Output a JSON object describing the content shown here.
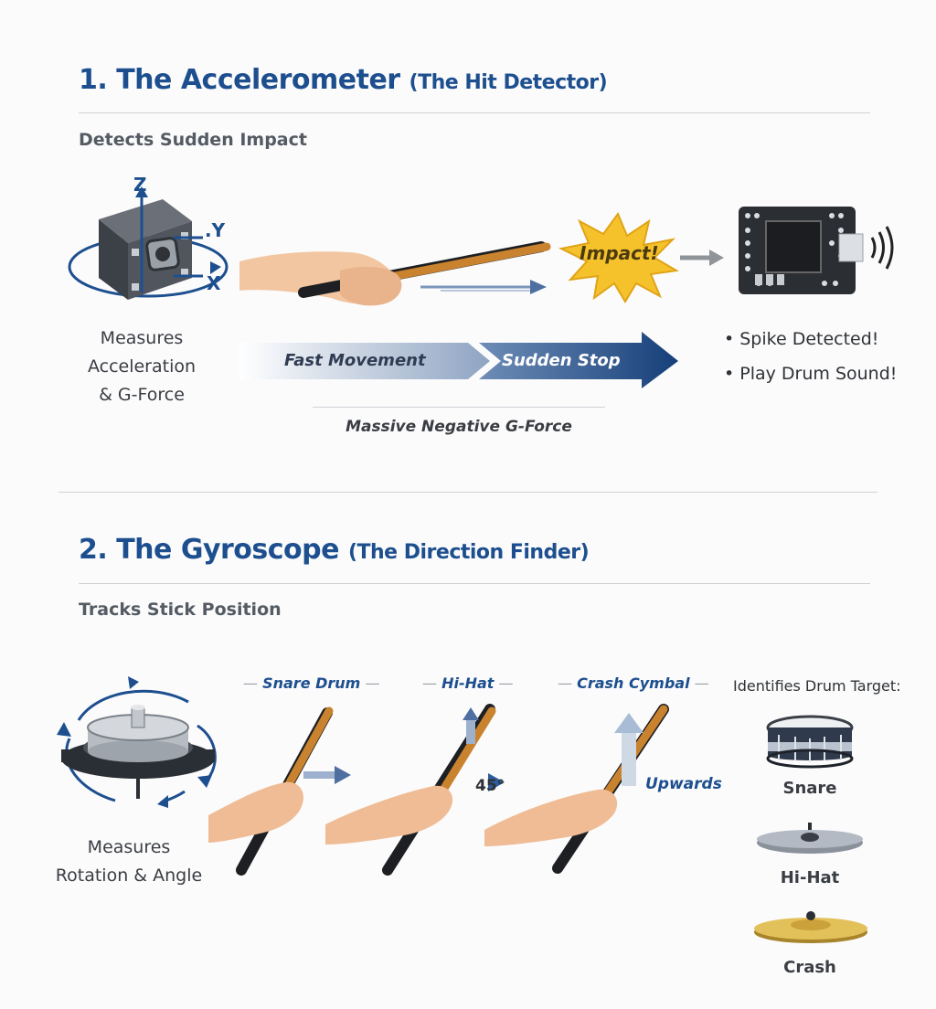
{
  "section1": {
    "number_title": "1. The Accelerometer",
    "title_sub": "(The Hit Detector)",
    "subtitle": "Detects Sudden Impact",
    "axes": {
      "z": "Z",
      "y": "Y",
      "x": "X"
    },
    "sensor_caption": [
      "Measures",
      "Acceleration",
      "& G-Force"
    ],
    "impact_label": "Impact!",
    "motion_arrow": {
      "left": "Fast Movement",
      "right": "Sudden Stop"
    },
    "force_caption": "Massive Negative G-Force",
    "bullets": [
      "• Spike Detected!",
      "• Play Drum Sound!"
    ]
  },
  "section2": {
    "number_title": "2. The Gyroscope",
    "title_sub": "(The Direction Finder)",
    "subtitle": "Tracks Stick Position",
    "gyro_caption": [
      "Measures",
      "Rotation & Angle"
    ],
    "positions": [
      {
        "label": "Snare Drum",
        "note": ""
      },
      {
        "label": "Hi-Hat",
        "note": "45°"
      },
      {
        "label": "Crash Cymbal",
        "note": "Upwards"
      }
    ],
    "targets_heading": "Identifies Drum Target:",
    "targets": [
      "Snare",
      "Hi-Hat",
      "Crash"
    ]
  },
  "colors": {
    "accent": "#1d4f8f",
    "impact": "#f6c22c",
    "wood": "#c9832f"
  }
}
